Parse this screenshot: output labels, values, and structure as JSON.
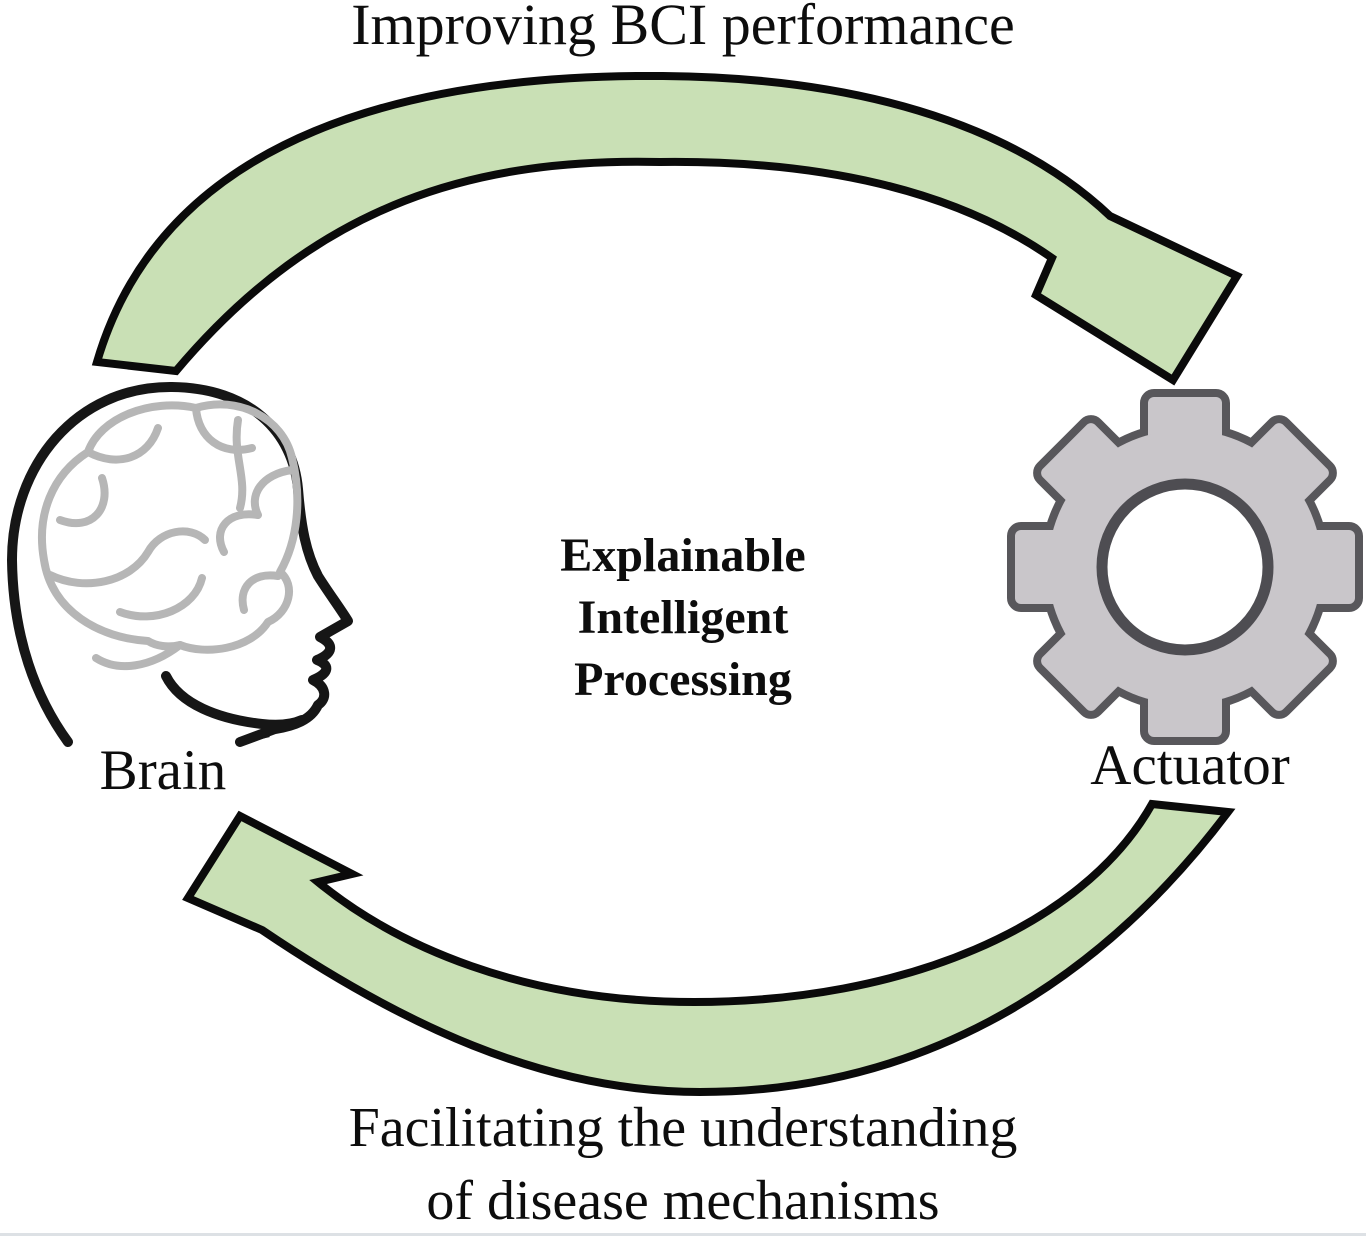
{
  "figure": {
    "top_arrow_label": "Improving BCI performance",
    "center_line1": "Explainable",
    "center_line2": "Intelligent",
    "center_line3": "Processing",
    "brain_label": "Brain",
    "actuator_label": "Actuator",
    "bottom_label_line1": "Facilitating the understanding",
    "bottom_label_line2": "of disease mechanisms"
  },
  "icons": {
    "left_node": "brain-head-icon",
    "right_node": "gear-icon",
    "top_link": "curved-arrow-brain-to-actuator",
    "bottom_link": "curved-arrow-actuator-to-brain"
  },
  "colors": {
    "background": "#ffffff",
    "arrow-fill": "#c9e0b5",
    "arrow-outline": "#0a0a0a",
    "gear-fill": "#c9c6ca",
    "gear-outline": "#58575b",
    "gear-hole-ring": "#4e4d52",
    "gear-hole-fill": "#ffffff",
    "head-outline": "#161616",
    "brain-stroke": "#b6b6b6",
    "text": "#0d0d0d",
    "bottom-rule": "#dde1e5"
  }
}
